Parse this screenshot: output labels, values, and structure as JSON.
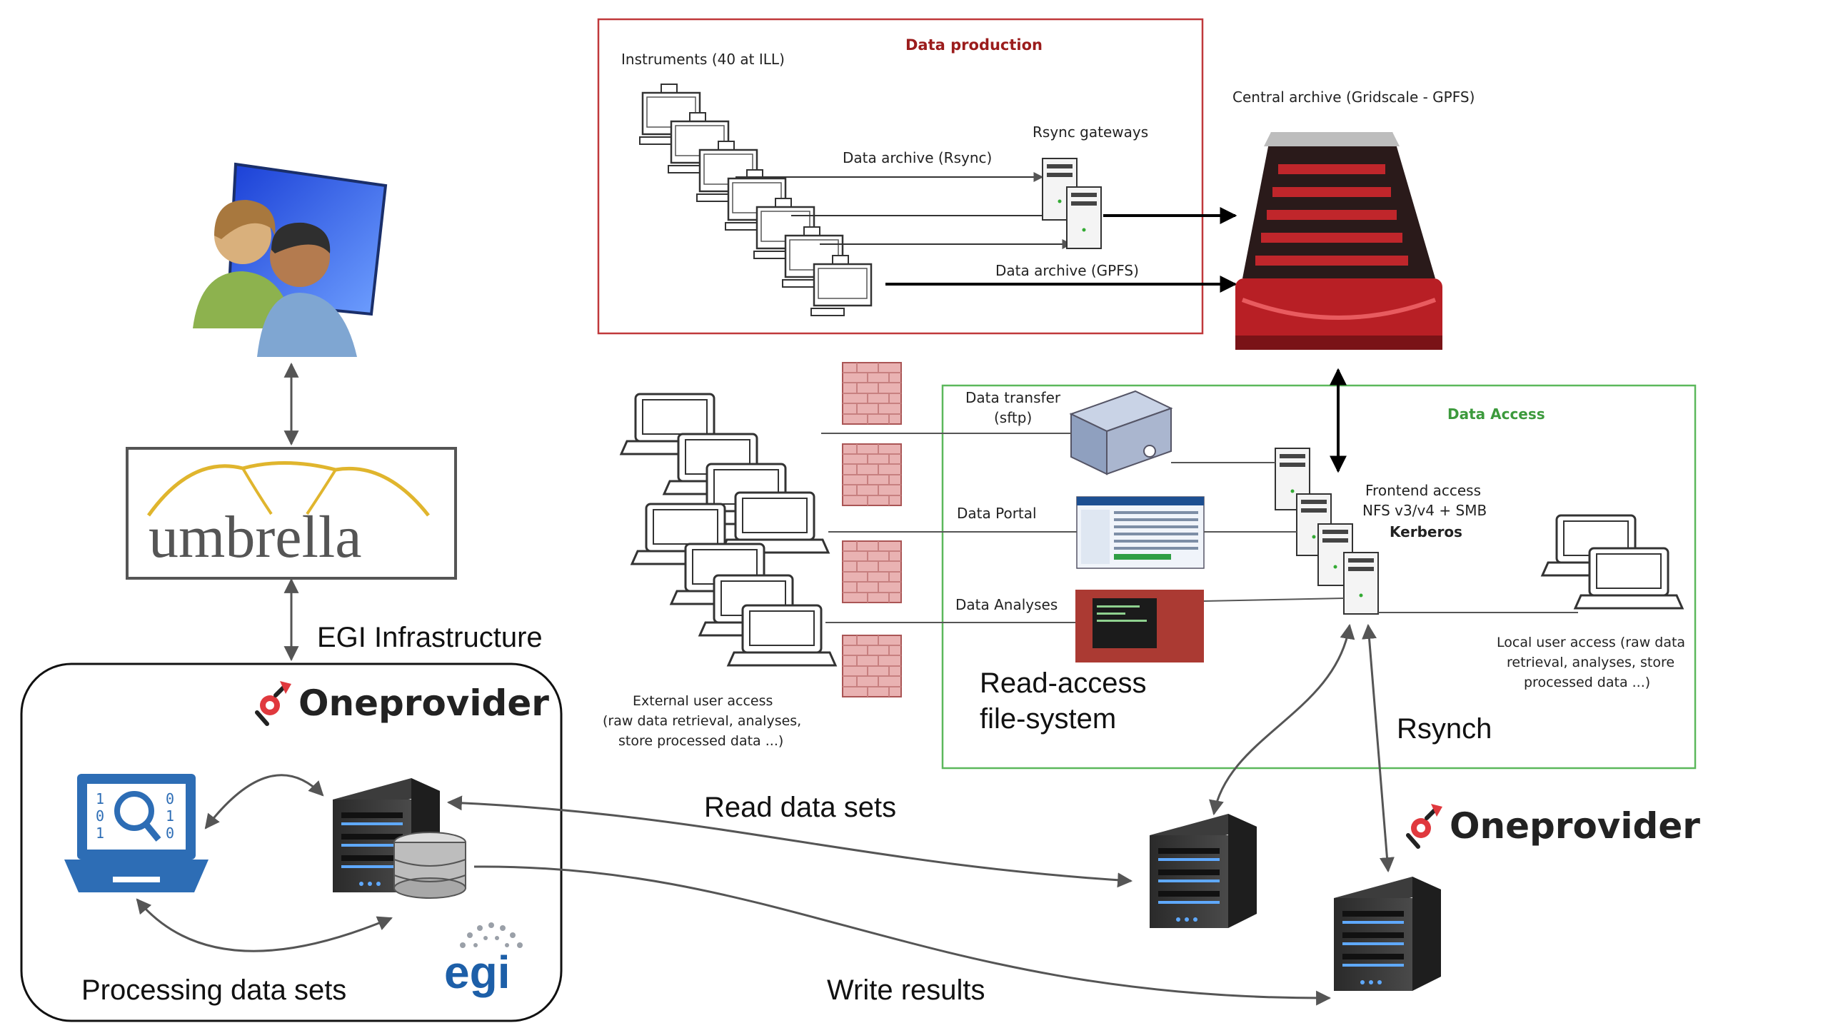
{
  "diagram": {
    "data_production": {
      "title": "Data production",
      "instruments": "Instruments (40 at ILL)",
      "rsync_gateways": "Rsync gateways",
      "data_archive_rsync": "Data archive (Rsync)",
      "data_archive_gpfs": "Data archive (GPFS)"
    },
    "central_archive": "Central archive (Gridscale - GPFS)",
    "data_access": {
      "title": "Data Access",
      "data_transfer": [
        "Data transfer",
        "(sftp)"
      ],
      "data_portal": "Data Portal",
      "data_analyses": "Data Analyses",
      "frontend": [
        "Frontend access",
        "NFS v3/v4 + SMB",
        "Kerberos"
      ],
      "local_user": [
        "Local user access (raw data",
        "retrieval, analyses, store",
        "processed data ...)"
      ],
      "read_access": [
        "Read-access",
        "file-system"
      ],
      "rsynch": "Rsynch"
    },
    "external_user": [
      "External user access",
      "(raw data retrieval, analyses,",
      "store processed data ...)"
    ],
    "umbrella_logo_text": "umbrella",
    "egi_infrastructure": "EGI Infrastructure",
    "oneprovider": "Oneprovider",
    "egi_logo_text": "egi",
    "processing_data_sets": "Processing data sets",
    "read_data_sets": "Read data sets",
    "write_results": "Write results",
    "colors": {
      "production_border": "#c0393b",
      "production_title": "#9b1c1c",
      "access_border": "#5cb85c",
      "access_title": "#3c9a3c",
      "umbrella_gold": "#e0b52d",
      "laptop_blue": "#2d6db5",
      "egi_blue": "#1d5fa8",
      "oneprovider_red": "#e0393e"
    }
  }
}
